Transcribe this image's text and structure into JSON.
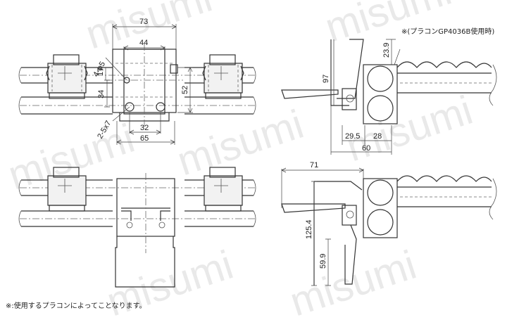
{
  "watermark": "misumi",
  "dims": {
    "top_73": "73",
    "top_44": "44",
    "hole_4phi5": "4-φ5",
    "dim_17": "17",
    "dim_34": "34",
    "dim_52": "52",
    "slot_2_5x7": "2-5x7",
    "dim_32": "32",
    "dim_65": "65",
    "side_23_9": "23.9",
    "side_97": "97",
    "side_29_5": "29.5",
    "side_28": "28",
    "side_60": "60",
    "lower_71": "71",
    "lower_125_4": "125.4",
    "lower_59_9": "59.9"
  },
  "notes": {
    "top_note": "※(プラコンGP4036B使用時)",
    "bottom_note": "※:使用するプラコンによってことなります。"
  }
}
